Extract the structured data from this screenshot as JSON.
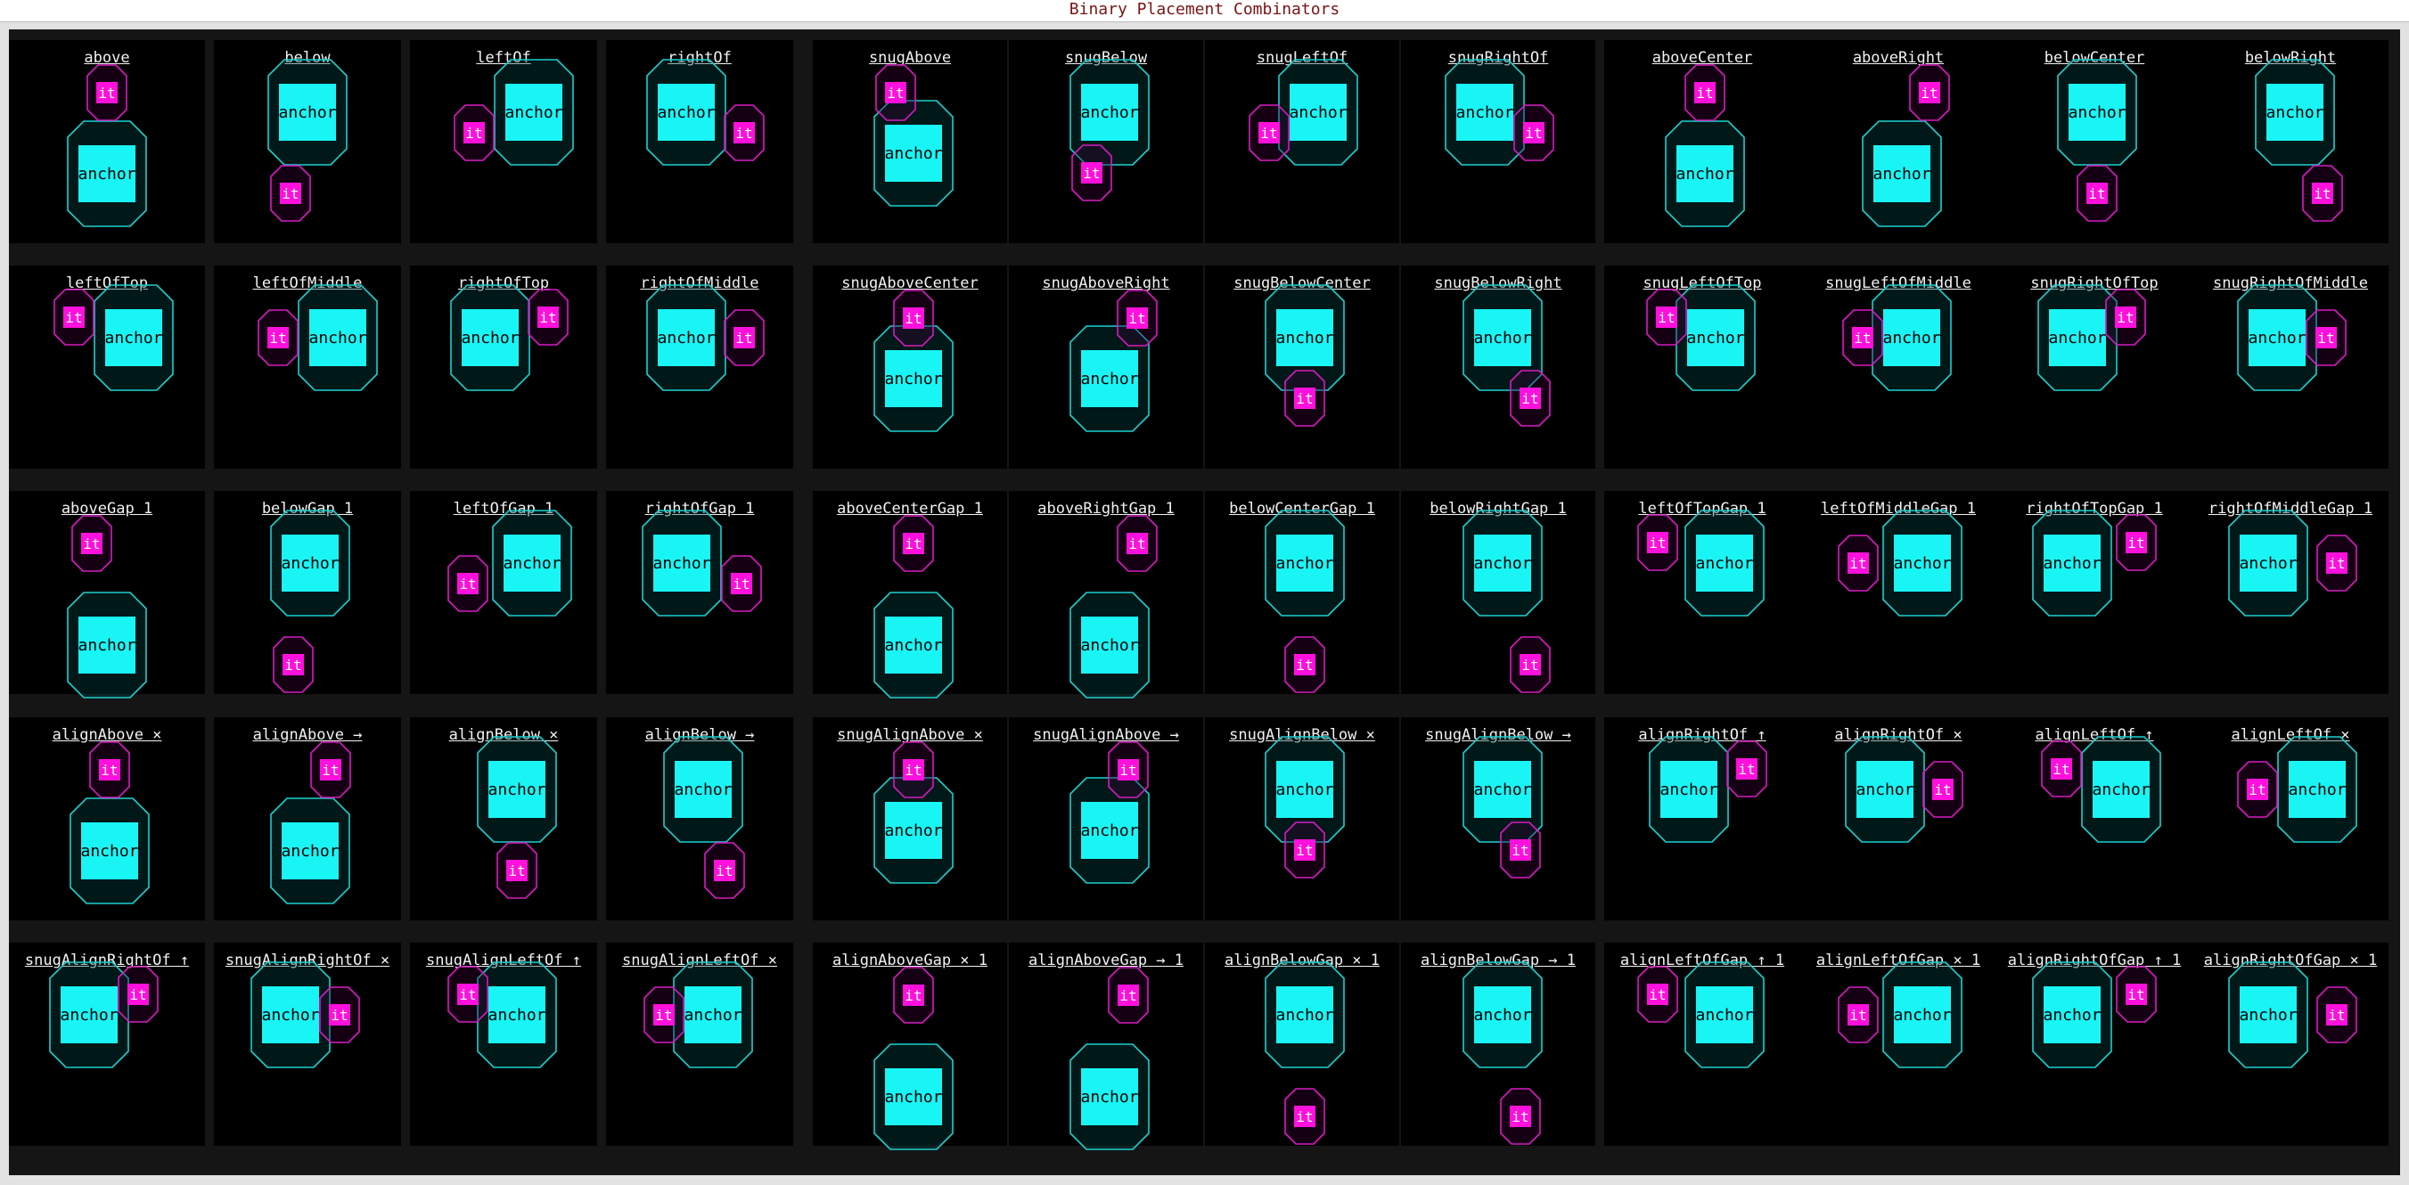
{
  "window": {
    "title": "Binary Placement Combinators"
  },
  "labels": {
    "anchor": "anchor",
    "it": "it"
  },
  "colors": {
    "background": "#151515",
    "cell": "#000000",
    "anchor_fill": "#19f5f5",
    "anchor_outline": "#1ccfcf",
    "it_fill": "#ff10dc",
    "it_outline": "#d61cc0",
    "overlap": "#4b4bd6",
    "label": "#f2f2f2",
    "title": "#7a1414"
  },
  "cells": [
    "above",
    "below",
    "leftOf",
    "rightOf",
    "snugAbove",
    "snugBelow",
    "snugLeftOf",
    "snugRightOf",
    "aboveCenter",
    "aboveRight",
    "belowCenter",
    "belowRight",
    "leftOfTop",
    "leftOfMiddle",
    "rightOfTop",
    "rightOfMiddle",
    "snugAboveCenter",
    "snugAboveRight",
    "snugBelowCenter",
    "snugBelowRight",
    "snugLeftOfTop",
    "snugLeftOfMiddle",
    "snugRightOfTop",
    "snugRightOfMiddle",
    "aboveGap 1",
    "belowGap 1",
    "leftOfGap 1",
    "rightOfGap 1",
    "aboveCenterGap 1",
    "aboveRightGap 1",
    "belowCenterGap 1",
    "belowRightGap 1",
    "leftOfTopGap 1",
    "leftOfMiddleGap 1",
    "rightOfTopGap 1",
    "rightOfMiddleGap 1",
    "alignAbove ×",
    "alignAbove →",
    "alignBelow ×",
    "alignBelow →",
    "snugAlignAbove ×",
    "snugAlignAbove →",
    "snugAlignBelow ×",
    "snugAlignBelow →",
    "alignRightOf ↑",
    "alignRightOf ×",
    "alignLeftOf ↑",
    "alignLeftOf ×",
    "snugAlignRightOf ↑",
    "snugAlignRightOf ×",
    "snugAlignLeftOf ↑",
    "snugAlignLeftOf ×",
    "alignAboveGap × 1",
    "alignAboveGap → 1",
    "alignBelowGap × 1",
    "alignBelowGap → 1",
    "alignLeftOfGap ↑ 1",
    "alignLeftOfGap × 1",
    "alignRightOfGap ↑ 1",
    "alignRightOfGap × 1"
  ]
}
